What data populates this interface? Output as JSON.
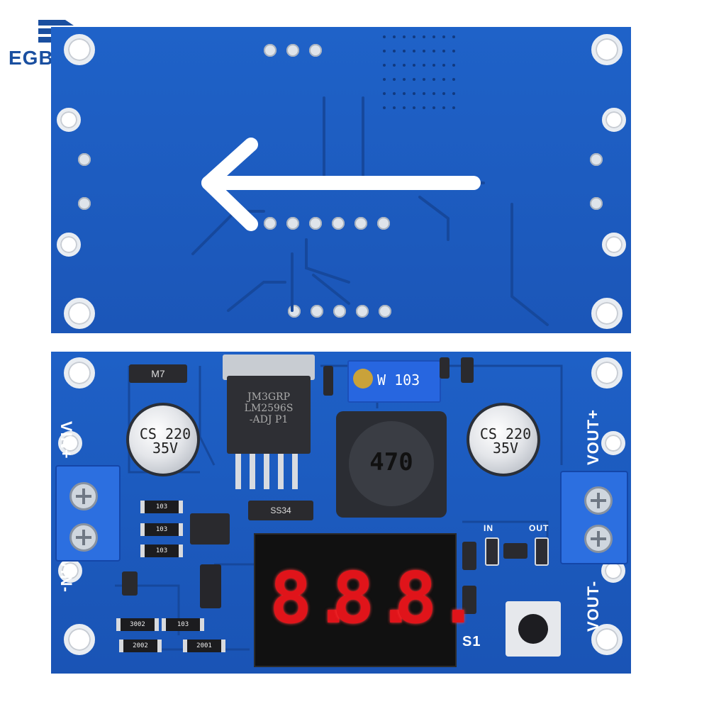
{
  "logo": {
    "text": "EGBO"
  },
  "top_board": {
    "description_arrow": "left-arrow-icon"
  },
  "bottom_board": {
    "labels": {
      "vin_plus": "VIN+",
      "vin_minus": "VIN-",
      "vout_plus": "VOUT+",
      "vout_minus": "VOUT-",
      "led_in": "IN",
      "led_out": "OUT",
      "switch": "S1"
    },
    "regulator_marking": [
      "JM3GRP",
      "LM2596S",
      "-ADJ   P1"
    ],
    "diode_top": "M7",
    "potentiometer": "W 103",
    "inductor": "470",
    "cap_left": [
      "CS",
      "220",
      "35V"
    ],
    "cap_right": [
      "CS",
      "220",
      "35V"
    ],
    "schottky": "SS34",
    "resistors": [
      "103",
      "103",
      "103",
      "3002",
      "103",
      "2002",
      "2001"
    ],
    "display_digits": [
      "8.",
      "8.",
      "8."
    ]
  },
  "colors": {
    "pcb_blue": "#1d5fc4",
    "display_red": "#e0141a",
    "logo_blue": "#1a4fa0"
  }
}
